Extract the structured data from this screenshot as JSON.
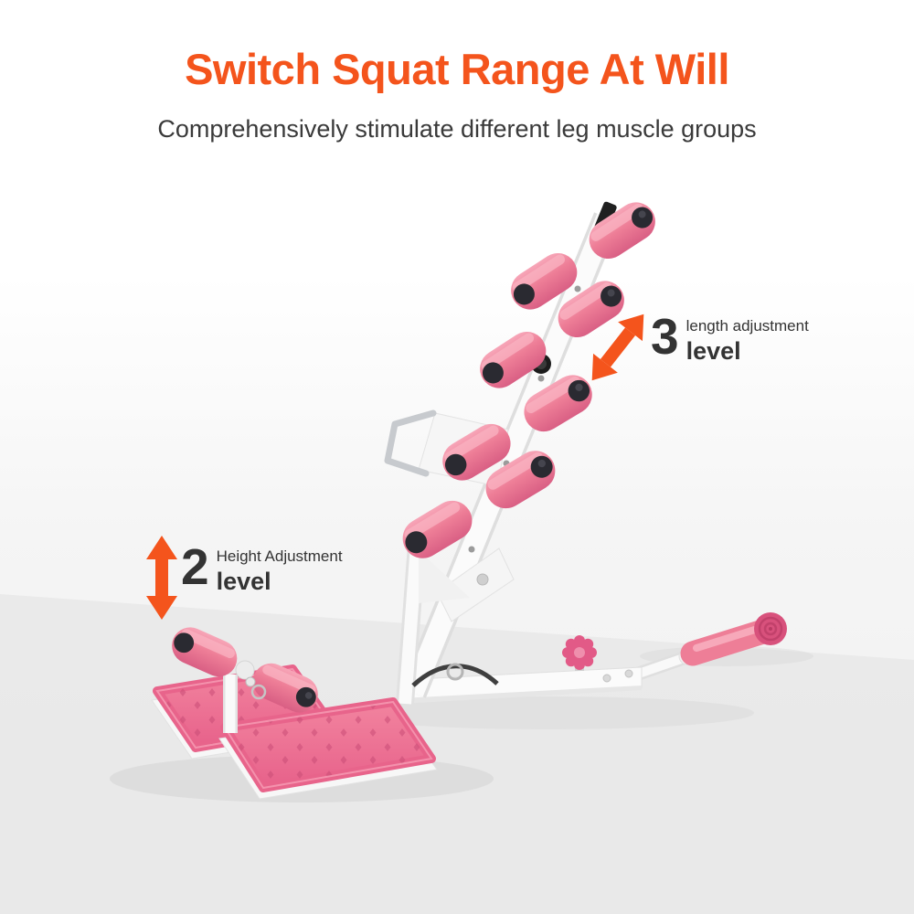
{
  "header": {
    "title": "Switch Squat Range At Will",
    "subtitle": "Comprehensively stimulate different leg muscle groups"
  },
  "annotations": {
    "length": {
      "value": "3",
      "label": "length adjustment",
      "level": "level"
    },
    "height": {
      "value": "2",
      "label": "Height Adjustment",
      "level": "level"
    }
  },
  "colors": {
    "accent_orange": "#F4541C",
    "subtitle_gray": "#3A3A3A",
    "annotation_gray": "#333333",
    "foam_pink": "#EE7E97",
    "pedal_pink": "#EA6A8E",
    "deep_pink": "#D8517C",
    "frame_white": "#FBFBFB",
    "cap_black": "#2A2A31",
    "floor_gray": "#E8E8E8"
  }
}
